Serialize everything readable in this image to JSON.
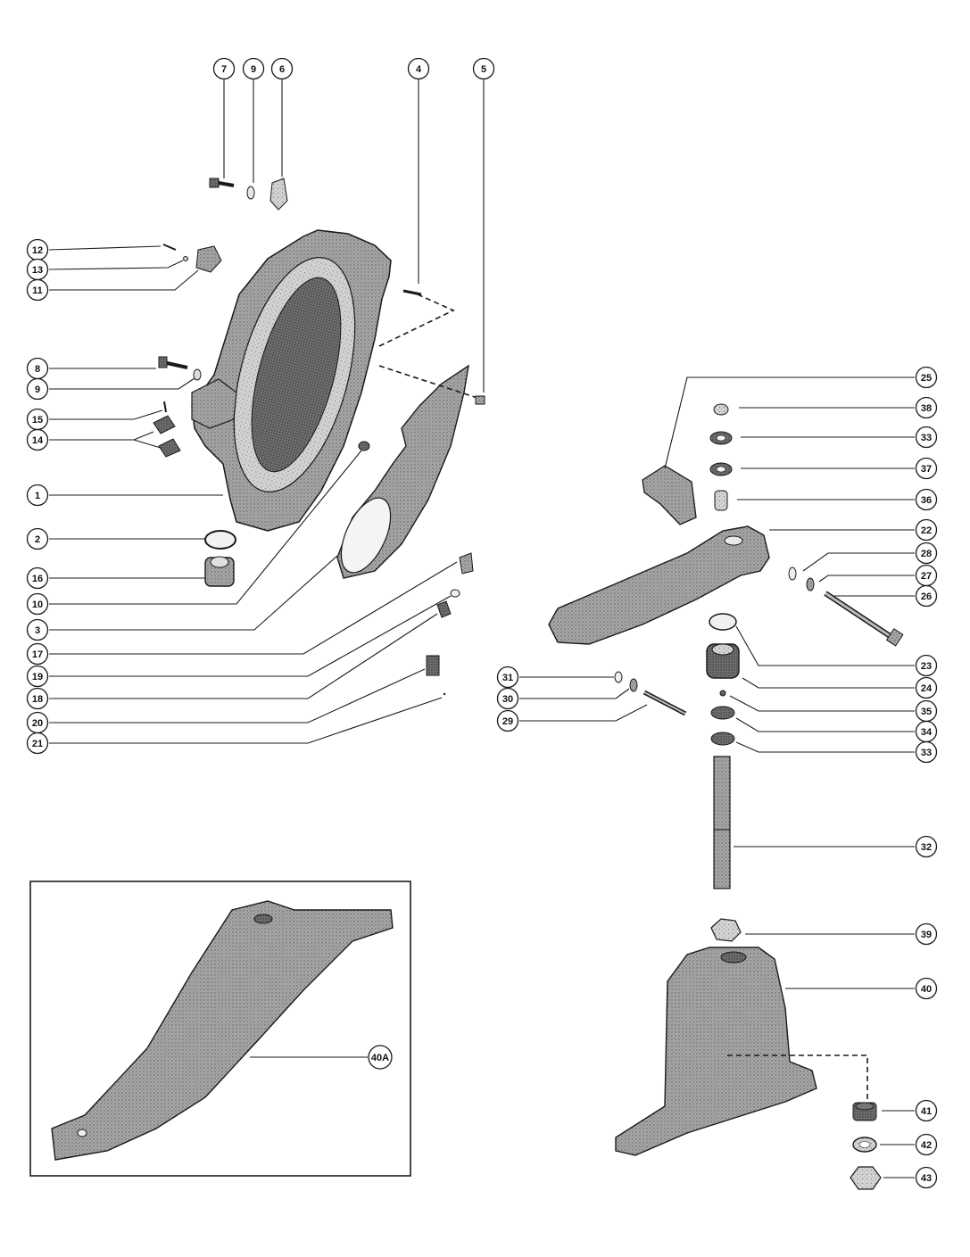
{
  "colors": {
    "ink": "#1a1a1a",
    "part_fill": "#9a9a9a",
    "part_light": "#cfcfcf",
    "background": "#ffffff"
  },
  "callouts": [
    {
      "id": "c7",
      "label": "7"
    },
    {
      "id": "c9a",
      "label": "9"
    },
    {
      "id": "c6",
      "label": "6"
    },
    {
      "id": "c4",
      "label": "4"
    },
    {
      "id": "c5",
      "label": "5"
    },
    {
      "id": "c12",
      "label": "12"
    },
    {
      "id": "c13",
      "label": "13"
    },
    {
      "id": "c11",
      "label": "11"
    },
    {
      "id": "c8",
      "label": "8"
    },
    {
      "id": "c9b",
      "label": "9"
    },
    {
      "id": "c15",
      "label": "15"
    },
    {
      "id": "c14",
      "label": "14"
    },
    {
      "id": "c1",
      "label": "1"
    },
    {
      "id": "c2",
      "label": "2"
    },
    {
      "id": "c16",
      "label": "16"
    },
    {
      "id": "c10",
      "label": "10"
    },
    {
      "id": "c3",
      "label": "3"
    },
    {
      "id": "c17",
      "label": "17"
    },
    {
      "id": "c19",
      "label": "19"
    },
    {
      "id": "c18",
      "label": "18"
    },
    {
      "id": "c20",
      "label": "20"
    },
    {
      "id": "c21",
      "label": "21"
    },
    {
      "id": "c25",
      "label": "25"
    },
    {
      "id": "c38",
      "label": "38"
    },
    {
      "id": "c33a",
      "label": "33"
    },
    {
      "id": "c37",
      "label": "37"
    },
    {
      "id": "c36",
      "label": "36"
    },
    {
      "id": "c22",
      "label": "22"
    },
    {
      "id": "c28",
      "label": "28"
    },
    {
      "id": "c27",
      "label": "27"
    },
    {
      "id": "c26",
      "label": "26"
    },
    {
      "id": "c23",
      "label": "23"
    },
    {
      "id": "c24",
      "label": "24"
    },
    {
      "id": "c35",
      "label": "35"
    },
    {
      "id": "c34",
      "label": "34"
    },
    {
      "id": "c33b",
      "label": "33"
    },
    {
      "id": "c31",
      "label": "31"
    },
    {
      "id": "c30",
      "label": "30"
    },
    {
      "id": "c29",
      "label": "29"
    },
    {
      "id": "c32",
      "label": "32"
    },
    {
      "id": "c39",
      "label": "39"
    },
    {
      "id": "c40",
      "label": "40"
    },
    {
      "id": "c40A",
      "label": "40A"
    },
    {
      "id": "c41",
      "label": "41"
    },
    {
      "id": "c42",
      "label": "42"
    },
    {
      "id": "c43",
      "label": "43"
    }
  ]
}
